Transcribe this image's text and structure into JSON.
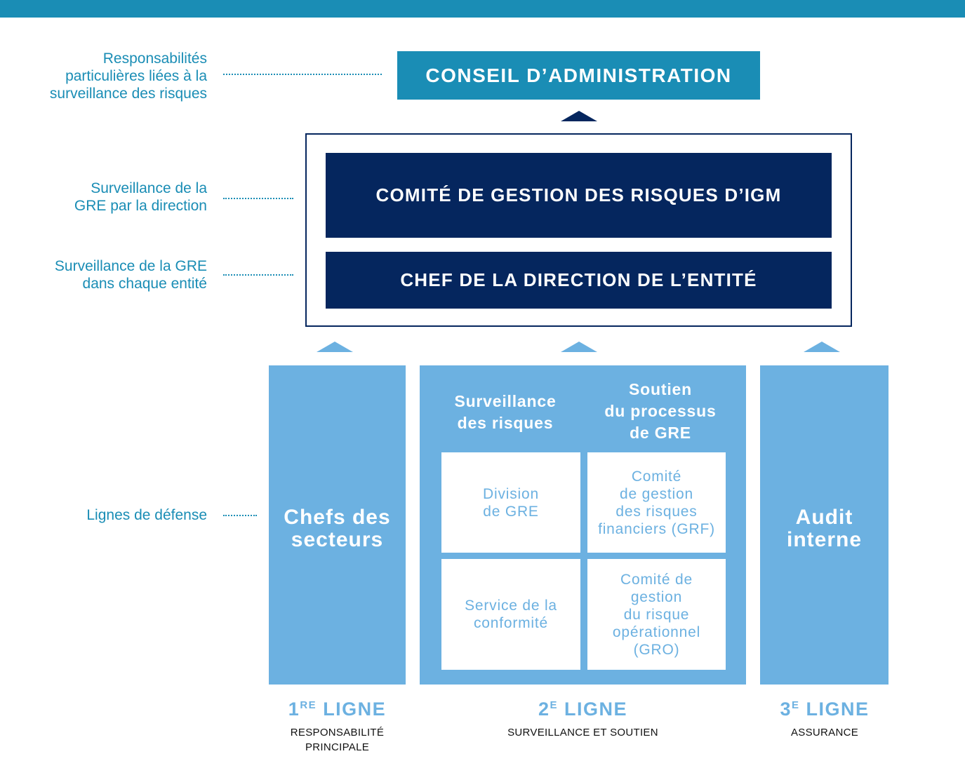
{
  "side_labels": [
    "Responsabilités\nparticulières liées à la\nsurveillance des risques",
    "Surveillance de la\nGRE par la direction",
    "Surveillance de la GRE\ndans chaque entité",
    "Lignes de défense"
  ],
  "board": {
    "title": "CONSEIL D’ADMINISTRATION"
  },
  "management": {
    "committee": "COMITÉ DE GESTION DES RISQUES D’IGM",
    "ceo": "CHEF DE LA DIRECTION DE L’ENTITÉ"
  },
  "first_line": {
    "title": "Chefs des\nsecteurs"
  },
  "second_line": {
    "risk_oversight": "Surveillance\ndes risques",
    "erm_support": "Soutien\ndu processus\nde GRE",
    "cells": [
      "Division\nde GRE",
      "Comité\nde gestion\ndes risques\nfinanciers (GRF)",
      "Service de la\nconformité",
      "Comité de\ngestion\ndu risque\nopérationnel\n(GRO)"
    ]
  },
  "third_line": {
    "title": "Audit\ninterne"
  },
  "footers": [
    {
      "num": "1",
      "sup": "RE",
      "word": "LIGNE",
      "sub": "RESPONSABILITÉ\nPRINCIPALE"
    },
    {
      "num": "2",
      "sup": "E",
      "word": "LIGNE",
      "sub": "SURVEILLANCE ET SOUTIEN"
    },
    {
      "num": "3",
      "sup": "E",
      "word": "LIGNE",
      "sub": "ASSURANCE"
    }
  ],
  "colors": {
    "teal": "#1a8db5",
    "navy": "#05265e",
    "light_blue": "#6cb1e1"
  }
}
